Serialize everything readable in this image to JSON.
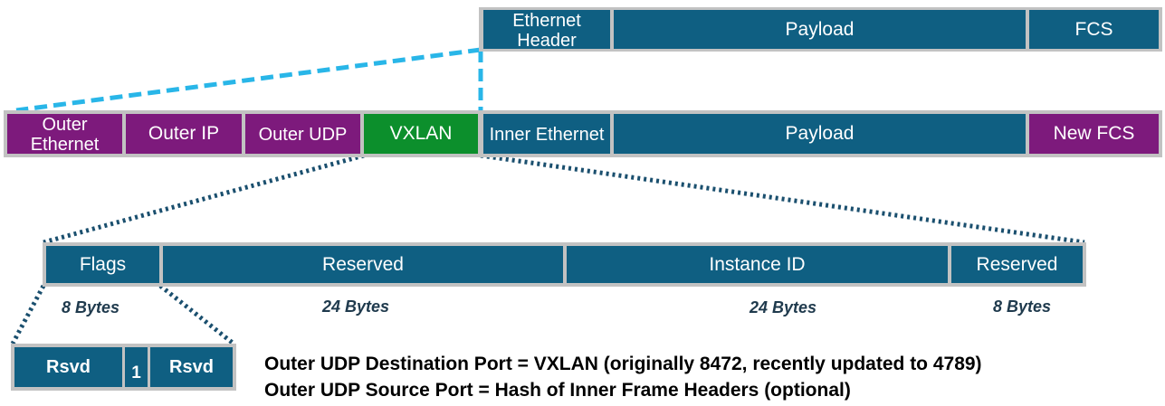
{
  "top_frame": {
    "ethernet_header": "Ethernet Header",
    "payload": "Payload",
    "fcs": "FCS"
  },
  "vxlan_frame": {
    "outer_ethernet": "Outer Ethernet",
    "outer_ip": "Outer IP",
    "outer_udp": "Outer UDP",
    "vxlan": "VXLAN",
    "inner_ethernet": "Inner Ethernet",
    "payload": "Payload",
    "new_fcs": "New FCS"
  },
  "vxlan_header": {
    "flags": "Flags",
    "reserved_1": "Reserved",
    "instance_id": "Instance ID",
    "reserved_2": "Reserved",
    "bytes": [
      "8 Bytes",
      "24 Bytes",
      "24 Bytes",
      "8 Bytes"
    ]
  },
  "flags_detail": {
    "rsvd_1": "Rsvd",
    "bit": "1",
    "rsvd_2": "Rsvd"
  },
  "notes": {
    "line1": "Outer UDP Destination Port = VXLAN (originally 8472, recently updated to 4789)",
    "line2": "Outer UDP Source Port = Hash of Inner Frame Headers (optional)"
  },
  "colors": {
    "teal": "#0f5f82",
    "purple": "#7d1a7c",
    "green": "#0c8f2c",
    "frame_border": "#c2c2c2",
    "dashed_line": "#29b6e8",
    "dotted_line": "#1a4f6e"
  }
}
